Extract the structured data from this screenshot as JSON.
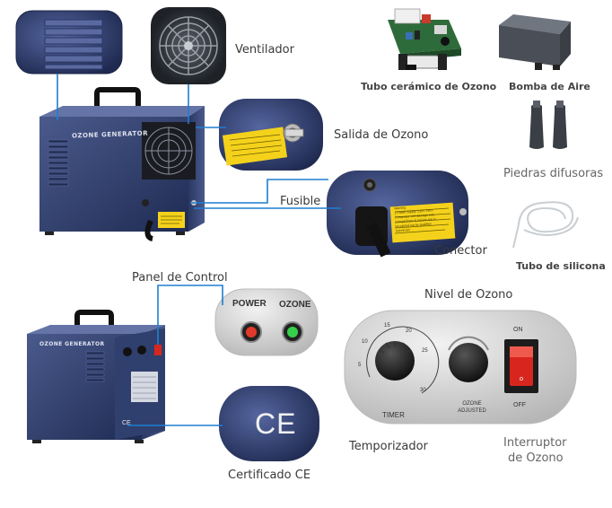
{
  "labels": {
    "ventilador": "Ventilador",
    "salida_ozono": "Salida de Ozono",
    "fusible": "Fusible",
    "conector": "Conector",
    "tubo_ceramico": "Tubo cerámico de Ozono",
    "bomba_aire": "Bomba de Aire",
    "piedras_difusoras": "Piedras difusoras",
    "tubo_silicona": "Tubo de silicona",
    "panel_control": "Panel de Control",
    "nivel_ozono": "Nivel de Ozono",
    "temporizador": "Temporizador",
    "interruptor_line1": "Interruptor",
    "interruptor_line2": "de Ozono",
    "certificado_ce": "Certificado CE"
  },
  "device": {
    "brand_text": "OZONE GENERATOR"
  },
  "panel": {
    "power": "POWER",
    "ozone": "OZONE",
    "timer": "TIMER",
    "ozone_adjusted": "OZONE ADJUSTED",
    "on": "ON",
    "off": "OFF",
    "timer_ticks": [
      "5",
      "10",
      "15",
      "20",
      "25",
      "30"
    ]
  },
  "marks": {
    "ce": "CE"
  },
  "warning_label": {
    "heading": "Warning",
    "line1": "1.Power supply: 220V 240V",
    "line2": "2.Improper use damage unit.",
    "line3": "3.Inspections & repairs are to",
    "line4": "be carried out by qualified",
    "line5": "technician"
  },
  "colors": {
    "device_blue": "#2f3f6e",
    "connector_line": "#1f7fd0",
    "warning_yellow": "#f4d21c",
    "switch_red": "#d8261e",
    "led_red": "#e03a2a",
    "led_green": "#37d04a"
  }
}
